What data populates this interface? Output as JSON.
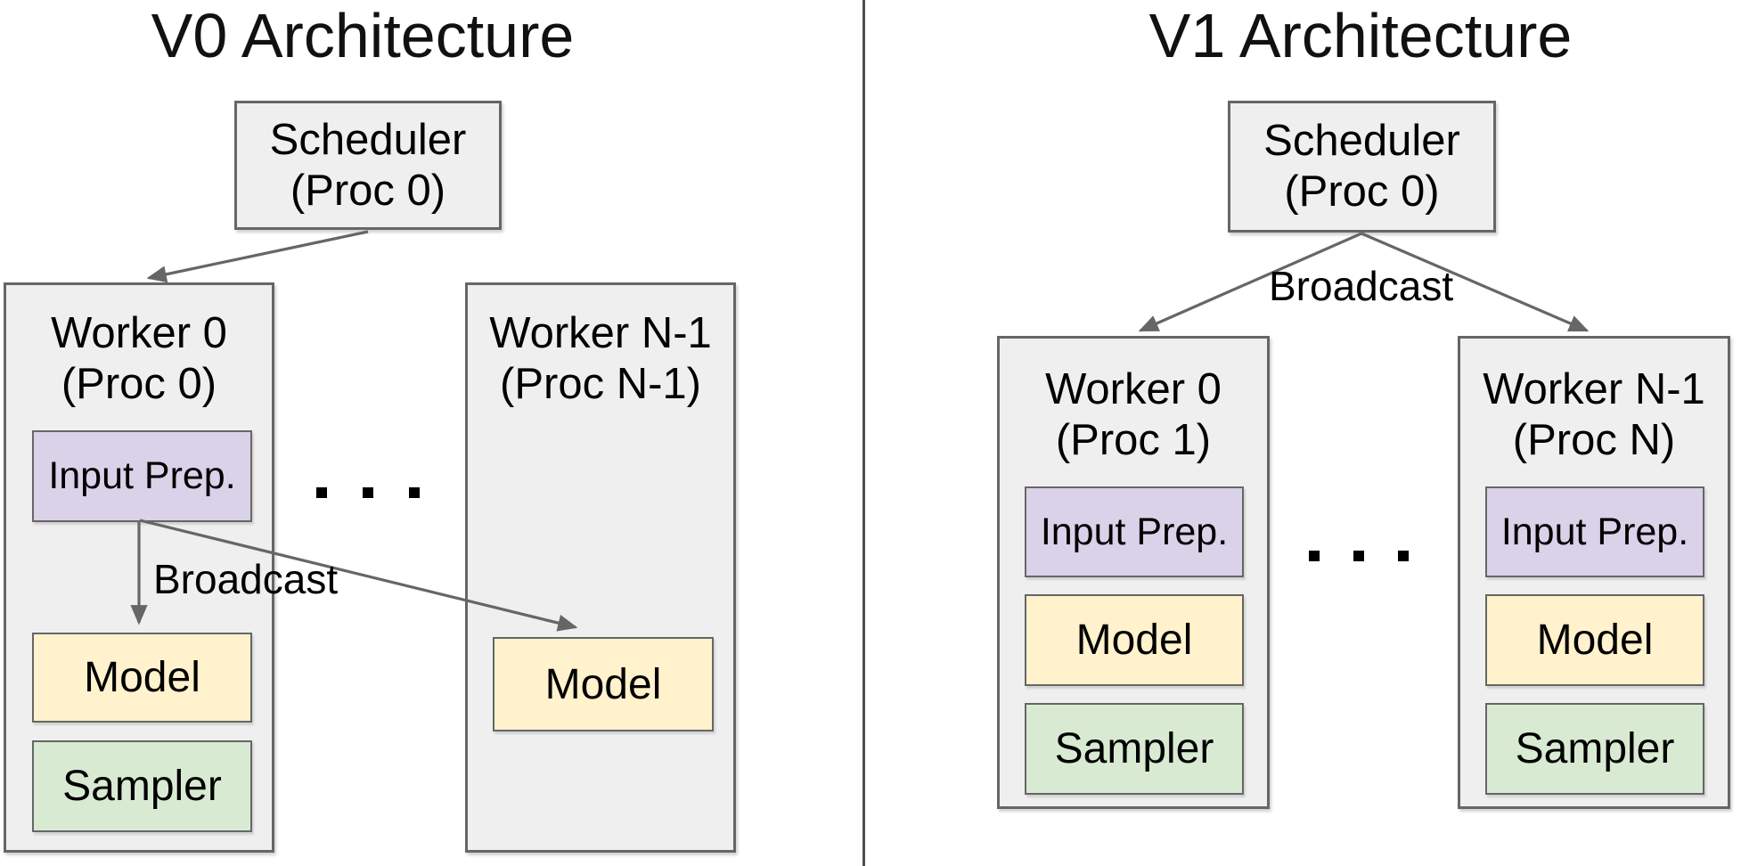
{
  "v0": {
    "title": "V0 Architecture",
    "scheduler": {
      "name": "Scheduler",
      "proc": "(Proc 0)"
    },
    "broadcast_label": "Broadcast",
    "ellipsis": "...",
    "workers": [
      {
        "title": "Worker 0",
        "proc": "(Proc 0)",
        "components": {
          "input_prep": "Input Prep.",
          "model": "Model",
          "sampler": "Sampler"
        }
      },
      {
        "title": "Worker N-1",
        "proc": "(Proc N-1)",
        "components": {
          "model": "Model"
        }
      }
    ]
  },
  "v1": {
    "title": "V1 Architecture",
    "scheduler": {
      "name": "Scheduler",
      "proc": "(Proc 0)"
    },
    "broadcast_label": "Broadcast",
    "ellipsis": "...",
    "workers": [
      {
        "title": "Worker 0",
        "proc": "(Proc 1)",
        "components": {
          "input_prep": "Input Prep.",
          "model": "Model",
          "sampler": "Sampler"
        }
      },
      {
        "title": "Worker N-1",
        "proc": "(Proc N)",
        "components": {
          "input_prep": "Input Prep.",
          "model": "Model",
          "sampler": "Sampler"
        }
      }
    ]
  },
  "colors": {
    "input_prep_fill": "#d9d2e9",
    "model_fill": "#fff2cc",
    "sampler_fill": "#d9ead3",
    "container_fill": "#efefef",
    "border": "#666666",
    "arrow": "#666666",
    "divider": "#4f4f4f",
    "text": "#000000"
  }
}
